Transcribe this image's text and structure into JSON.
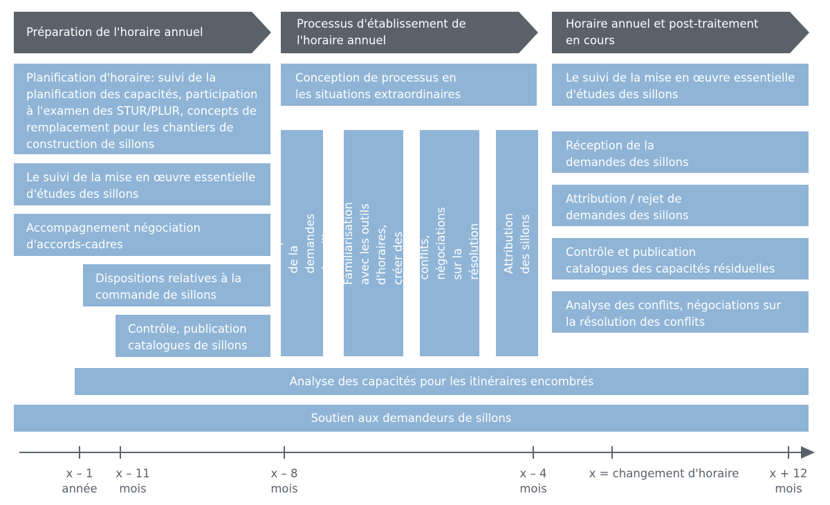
{
  "phases": [
    {
      "label": "Préparation de l'horaire annuel"
    },
    {
      "label": "Processus d'établissement de\nl'horaire annuel"
    },
    {
      "label": "Horaire annuel et post-traitement\nen cours"
    }
  ],
  "left_column": [
    "Planification d'horaire: suivi de la\nplanification des capacités, participation\nà l'examen des STUR/PLUR, concepts de\nremplacement pour les chantiers de\nconstruction de sillons",
    "Le suivi de la mise en œuvre essentielle\nd'études des sillons",
    "Accompagnement négociation\nd'accords-cadres",
    "Dispositions relatives à la\ncommande de sillons",
    "Contrôle, publication\ncatalogues de sillons"
  ],
  "middle_top": "Conception de processus en\nles situations extraordinaires",
  "middle_vertical": [
    "Réception de la\ndemandes des sillons",
    "Affectation à l'ISB : Familiarisation\navec les outils d'horaires,\ncréer des listes de conflits",
    "Analyse des conflits, négociations\nsur la résolution des conflits",
    "Attribution des sillons"
  ],
  "right_column": [
    "Le suivi de la mise en œuvre essentielle\nd'études des sillons",
    "Réception de la\ndemandes des sillons",
    "Attribution / rejet de\ndemandes des sillons",
    "Contrôle et publication\ncatalogues des capacités résiduelles",
    "Analyse des conflits, négociations sur\nla résolution des conflits"
  ],
  "bars": [
    "Analyse des capacités pour les itinéraires encombrés",
    "Soutien aux demandeurs de sillons"
  ],
  "timeline": {
    "ticks": [
      "x – 1\nannée",
      "x – 11\nmois",
      "x – 8\nmois",
      "x – 4\nmois",
      "x = changement d'horaire",
      "x + 12\nmois"
    ]
  },
  "colors": {
    "header": "#5a6169",
    "box": "#8fb4d6",
    "axis": "#5a6169"
  }
}
